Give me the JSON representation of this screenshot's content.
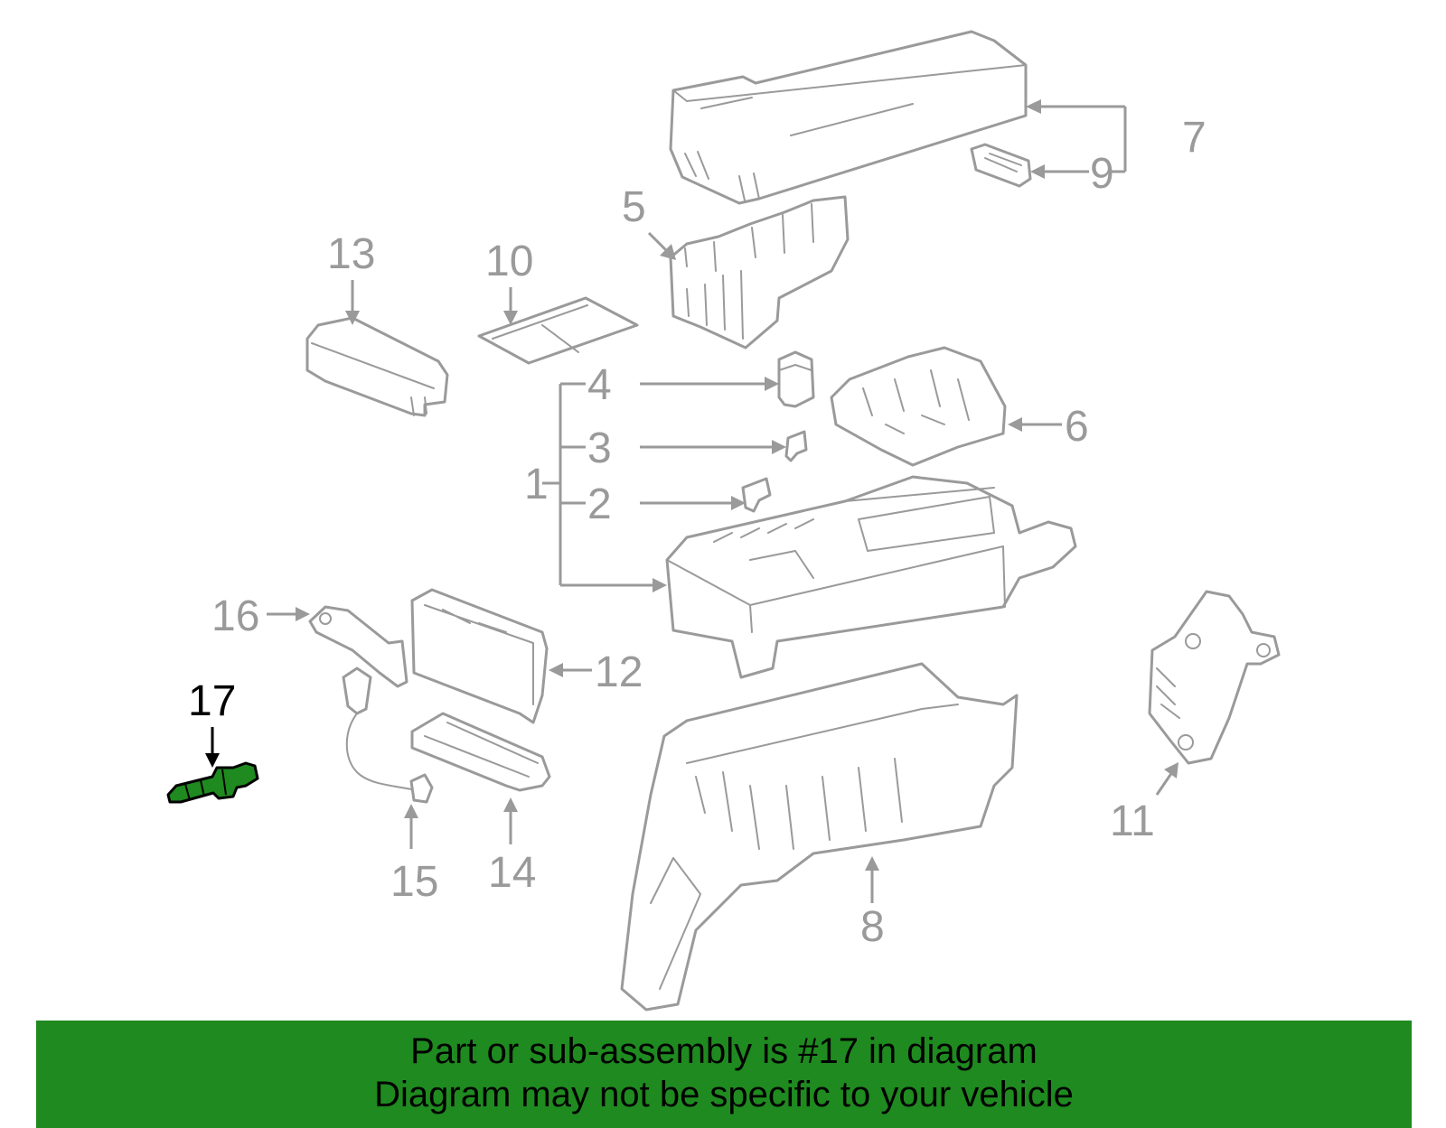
{
  "callouts": {
    "c1": "1",
    "c2": "2",
    "c3": "3",
    "c4": "4",
    "c5": "5",
    "c6": "6",
    "c7": "7",
    "c8": "8",
    "c9": "9",
    "c10": "10",
    "c11": "11",
    "c12": "12",
    "c13": "13",
    "c14": "14",
    "c15": "15",
    "c16": "16",
    "c17": "17"
  },
  "highlighted_callout": "17",
  "colors": {
    "part_line": "#9a9a9a",
    "highlight_part": "#1f8a1f",
    "banner_background": "#1f8a1f",
    "banner_text": "#000000"
  },
  "banner": {
    "line1": "Part or sub-assembly is #17 in diagram",
    "line2": "Diagram may not be specific to your vehicle"
  }
}
